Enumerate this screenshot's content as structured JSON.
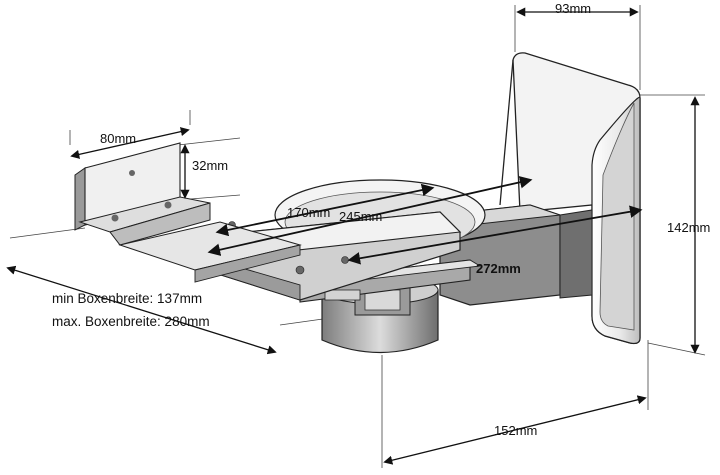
{
  "dimensions": {
    "wall_plate_width": "93mm",
    "wall_plate_height": "142mm",
    "top_bracket_width": "80mm",
    "top_bracket_height": "32mm",
    "arm_170": "170mm",
    "arm_245": "245mm",
    "arm_272": "272mm",
    "depth_152": "152mm"
  },
  "notes": {
    "min_width": "min Boxenbreite: 137mm",
    "max_width": "max. Boxenbreite: 280mm"
  },
  "colors": {
    "line": "#222222",
    "arrow": "#111111",
    "metal": "#e6e6e6",
    "shadow": "#7a7a7a"
  }
}
